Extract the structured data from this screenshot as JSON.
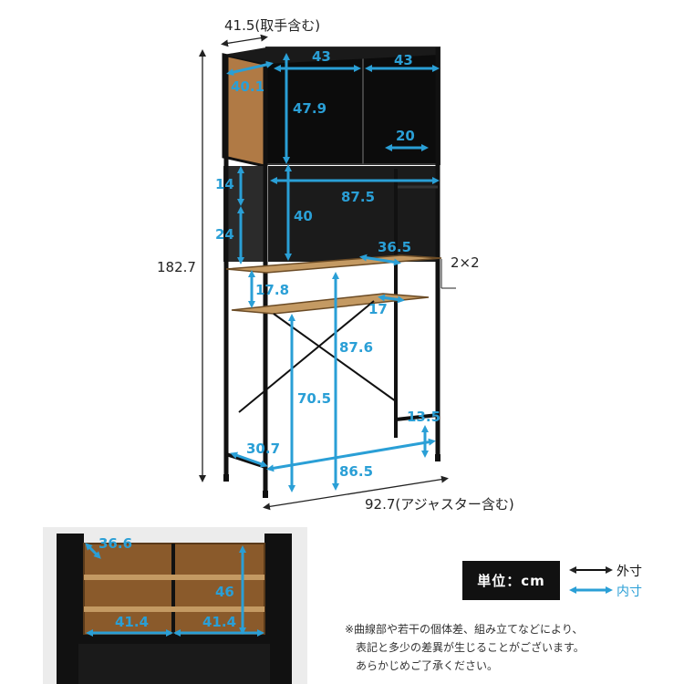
{
  "outer_dims": {
    "depth_with_handle": "41.5(取手含む)",
    "height": "182.7",
    "width_with_adjuster": "92.7(アジャスター含む)"
  },
  "inner_dims": {
    "door_width_left": "43",
    "door_width_right": "43",
    "side_depth": "40.1",
    "door_height": "47.9",
    "handle": "20",
    "shelf_span": "87.5",
    "gap_upper": "14",
    "gap_lower": "24",
    "back_panel_height": "40",
    "shelf_depth": "36.5",
    "rod": "2×2",
    "shelf_gap": "17.8",
    "lower_shelf_depth": "17",
    "clear_height_total": "87.6",
    "clear_height_lower": "70.5",
    "foot_height": "13.5",
    "base_depth": "30.7",
    "inner_width": "86.5"
  },
  "detail_dims": {
    "inner_depth": "36.6",
    "inner_height": "46",
    "compartment_left": "41.4",
    "compartment_right": "41.4"
  },
  "legend": {
    "unit_label": "単位：cm",
    "outer_label": "外寸",
    "inner_label": "内寸",
    "outer_color": "#111111",
    "inner_color": "#2a9fd6"
  },
  "note": {
    "line1": "※曲線部や若干の個体差、組み立てなどにより、",
    "line2": "表記と多少の差異が生じることがございます。",
    "line3": "あらかじめご了承ください。"
  }
}
